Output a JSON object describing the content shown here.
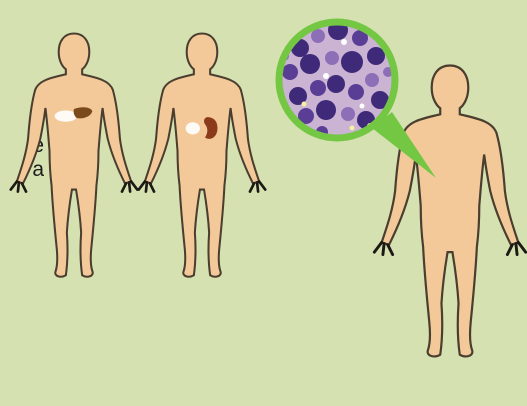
{
  "side_text_fragments": [
    "e",
    "e",
    "a"
  ],
  "colors": {
    "background": "#d6e1b2",
    "skin": "#f4c99a",
    "outline": "#4a3e2e",
    "hands": "#1d1914",
    "liver": "#7a4a1a",
    "kidney": "#8c3a1c",
    "organ_highlight": "#ffffff",
    "magnifier_ring": "#73c742",
    "cell_background": "#cbb3d4",
    "cell_dark": "#3e2a78",
    "cell_light": "#8d6fb8"
  },
  "figures": [
    {
      "name": "body-with-liver-highlight",
      "organ": "liver-icon"
    },
    {
      "name": "body-with-kidney-highlight",
      "organ": "kidney-icon"
    },
    {
      "name": "body-with-magnified-cells",
      "organ": "cell-magnifier-icon"
    }
  ]
}
